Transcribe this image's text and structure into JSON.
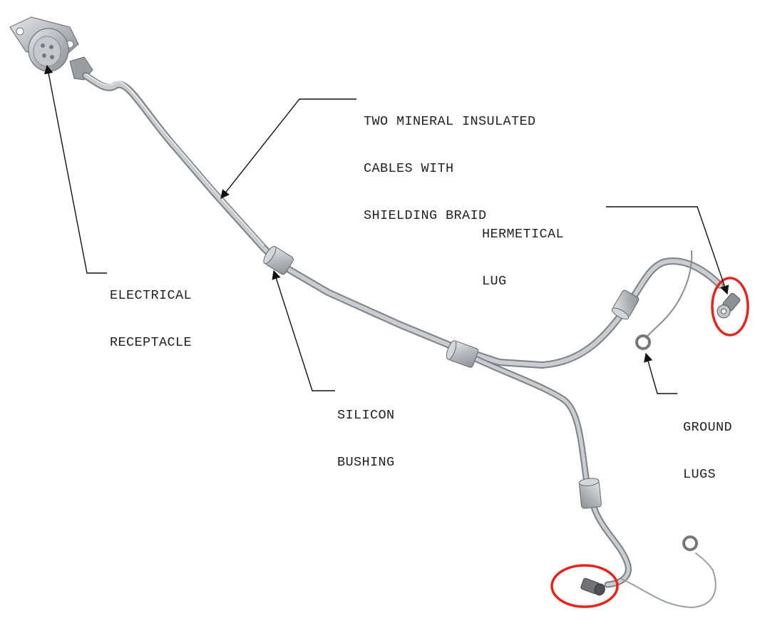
{
  "figure": {
    "labels": {
      "cables": [
        "TWO MINERAL INSULATED",
        "CABLES WITH",
        "SHIELDING BRAID"
      ],
      "hermetical_lug": [
        "HERMETICAL",
        "LUG"
      ],
      "receptacle": [
        "ELECTRICAL",
        "RECEPTACLE"
      ],
      "bushing": [
        "SILICON",
        "BUSHING"
      ],
      "ground_lugs": [
        "GROUND",
        "LUGS"
      ]
    },
    "colors": {
      "cable": "#b9bdc1",
      "cable_edge": "#7d8185",
      "highlight_circle": "#e8231c",
      "leader": "#111111"
    }
  }
}
